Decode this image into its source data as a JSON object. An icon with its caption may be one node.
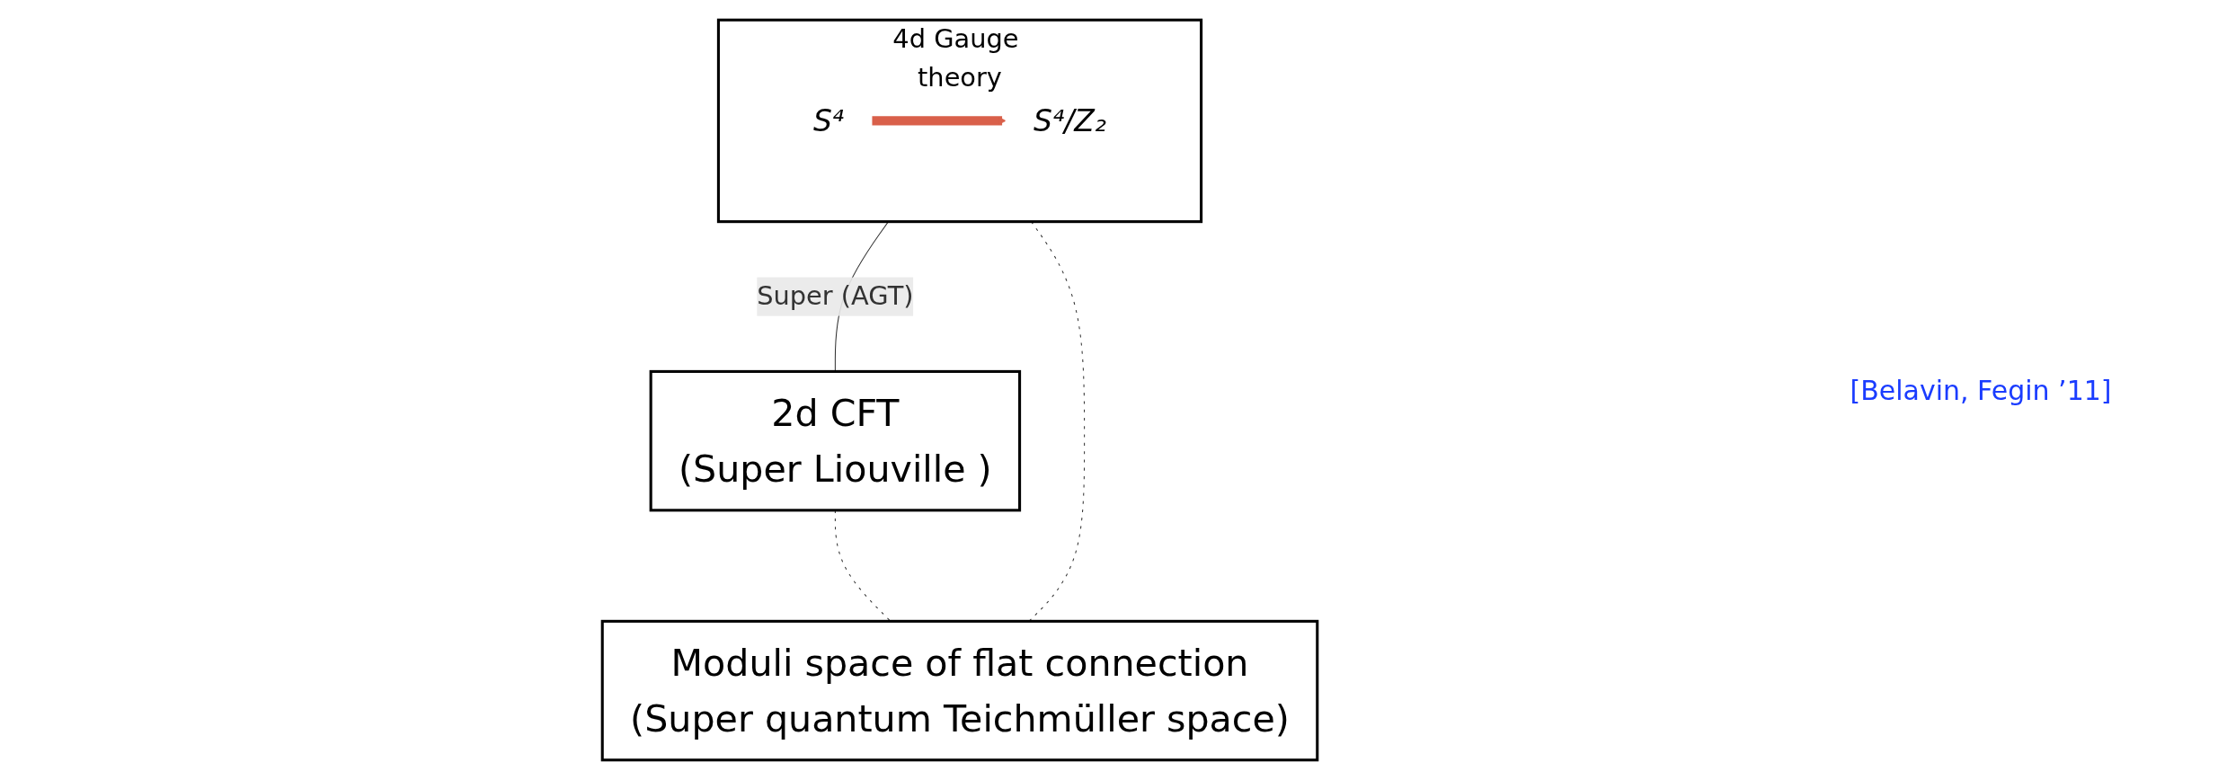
{
  "diagram": {
    "nodes": [
      {
        "text": [
          "4d Gauge theory"
        ]
      },
      {
        "text": [
          "S⁴"
        ],
        "in": 0
      },
      {
        "text": [
          "S⁴/Z₂"
        ],
        "in": 0
      },
      {
        "text": [
          "2d CFT",
          "(Super Liouville )"
        ]
      },
      {
        "text": [
          "Moduli space of flat connection",
          "(Super quantum Teichmüller space)"
        ]
      }
    ],
    "edges": [
      {
        "from": 1,
        "to": 2,
        "arrow": "to",
        "style": "thick",
        "color": "#d9604a"
      },
      {
        "from": 0,
        "to": 3,
        "arrow": "none",
        "label": "Super (AGT)"
      },
      {
        "from": 0,
        "to": 4,
        "arrow": "none",
        "style": "dashed"
      },
      {
        "from": 3,
        "to": 4,
        "arrow": "none",
        "style": "dashed"
      }
    ],
    "labels": [
      "[Belavin, Fegin ’11]"
    ]
  }
}
